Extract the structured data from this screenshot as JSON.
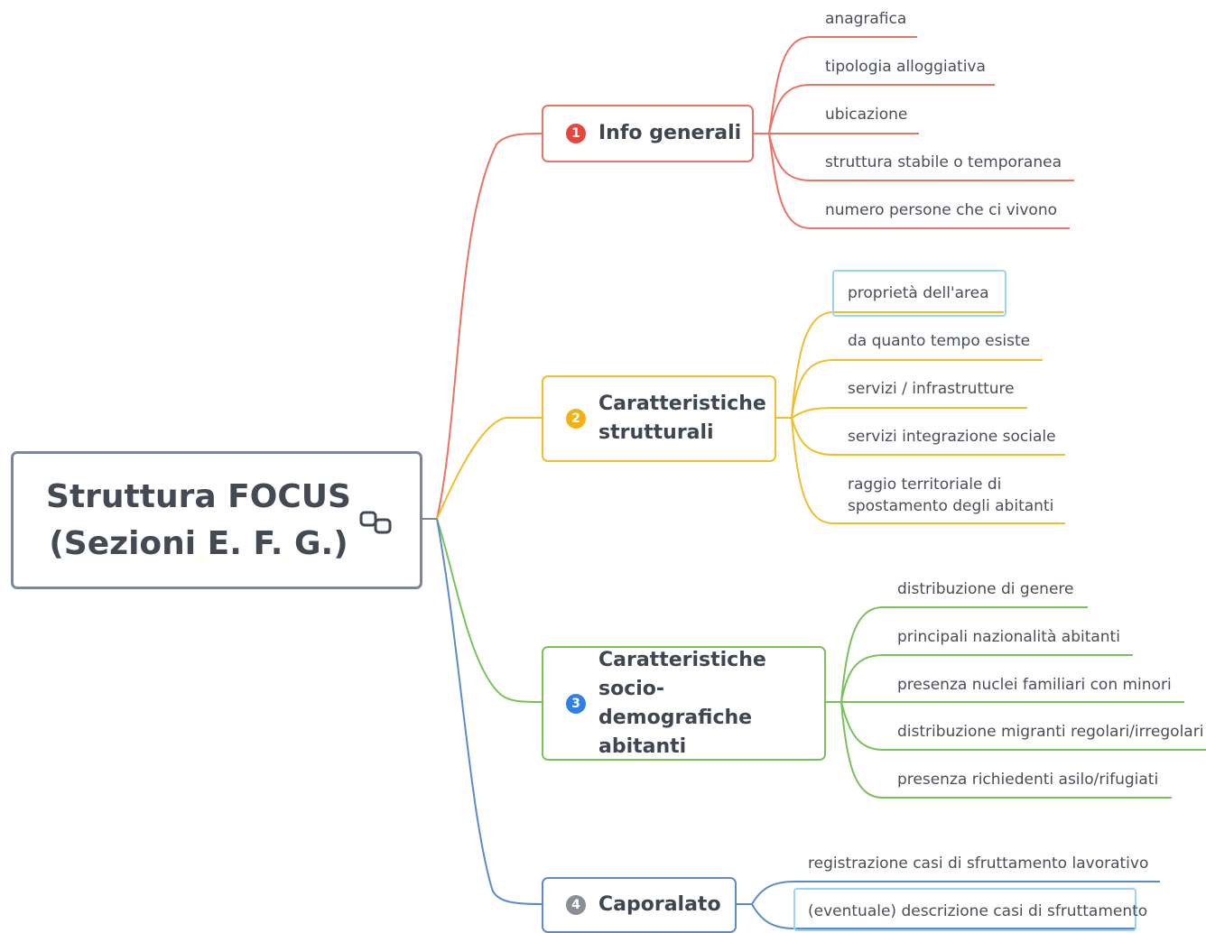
{
  "root": {
    "title": "Struttura FOCUS (Sezioni E. F. G.)"
  },
  "branches": [
    {
      "badge": "1",
      "label": "Info generali",
      "color": "#ec7263",
      "badge_color": "#e8463c",
      "leaves": [
        "anagrafica",
        "tipologia alloggiativa",
        "ubicazione",
        "struttura stabile o temporanea",
        "numero persone che ci vivono"
      ]
    },
    {
      "badge": "2",
      "label": "Caratteristiche strutturali",
      "color": "#f0bd2b",
      "badge_color": "#f2b20f",
      "leaves": [
        "proprietà dell'area",
        "da quanto tempo esiste",
        "servizi / infrastrutture",
        "servizi integrazione sociale",
        "raggio territoriale di spostamento degli abitanti"
      ]
    },
    {
      "badge": "3",
      "label": "Caratteristiche socio-demografiche abitanti",
      "color": "#78c25a",
      "badge_color": "#2f7fe8",
      "leaves": [
        "distribuzione di genere",
        "principali nazionalità abitanti",
        "presenza nuclei familiari con minori",
        "distribuzione migranti regolari/irregolari",
        "presenza richiedenti asilo/rifugiati"
      ]
    },
    {
      "badge": "4",
      "label": "Caporalato",
      "color": "#5b8cc9",
      "badge_color": "#8a8f96",
      "leaves": [
        "registrazione casi di sfruttamento lavorativo",
        "(eventuale) descrizione casi di sfruttamento"
      ]
    }
  ]
}
